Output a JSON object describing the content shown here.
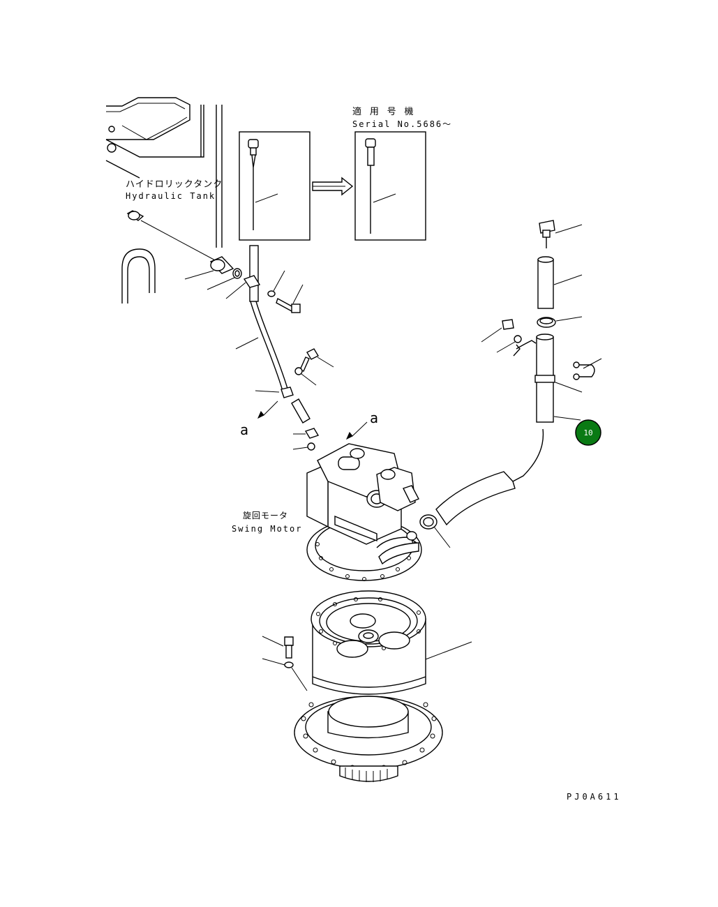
{
  "labels": {
    "serial_jp": "適 用 号 機",
    "serial_en": "Serial No.5686～",
    "tank_jp": "ハイドロリックタンク",
    "tank_en": "Hydraulic Tank",
    "motor_jp": "旋回モータ",
    "motor_en": "Swing Motor",
    "view_a1": "a",
    "view_a2": "a",
    "drawing_code": "PJ0A611"
  },
  "callouts": [
    {
      "number": "10",
      "color": "#0a7a14",
      "border": "#000000",
      "text_color": "#ffffff"
    }
  ],
  "icons": {
    "arrow": "double-outline-arrow-right",
    "callout": "filled-circle"
  }
}
